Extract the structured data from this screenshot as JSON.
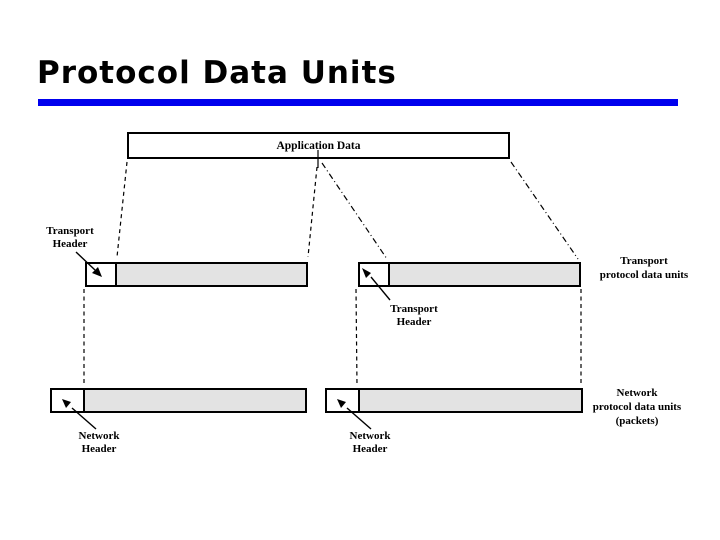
{
  "slide": {
    "title": "Protocol Data Units",
    "accent_color": "#0000EE",
    "background": "#FFFFFF"
  },
  "diagram": {
    "box_fill": "#E3E3E3",
    "application_box_label": "Application Data",
    "transport_header_left": {
      "line1": "Transport",
      "line2": "Header"
    },
    "transport_header_right": {
      "line1": "Transport",
      "line2": "Header"
    },
    "transport_pdu_label": {
      "line1": "Transport",
      "line2": "protocol data units"
    },
    "network_header_left": {
      "line1": "Network",
      "line2": "Header"
    },
    "network_header_right": {
      "line1": "Network",
      "line2": "Header"
    },
    "network_pdu_label": {
      "line1": "Network",
      "line2": "protocol data units",
      "line3": "(packets)"
    }
  }
}
